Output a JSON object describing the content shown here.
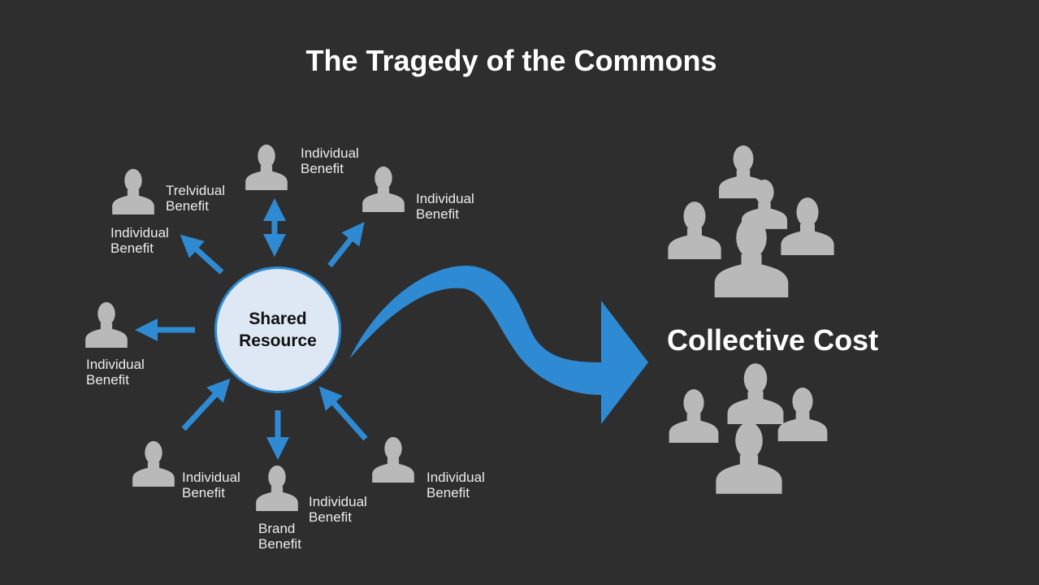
{
  "title": "The Tragedy of the Commons",
  "center": {
    "line1": "Shared",
    "line2": "Resource"
  },
  "labels": [
    {
      "l1": "Individual",
      "l2": "Benefit"
    },
    {
      "l1": "Trelvidual",
      "l2": "Benefit"
    },
    {
      "l1": "Individual",
      "l2": "Benefit"
    },
    {
      "l1": "Individual",
      "l2": "Benefit"
    },
    {
      "l1": "Individual",
      "l2": "Benefit"
    },
    {
      "l1": "Individual",
      "l2": "Benefit"
    },
    {
      "l1": "Individual",
      "l2": "Benefit"
    },
    {
      "l1": "Brand",
      "l2": "Benefit"
    },
    {
      "l1": "Individual",
      "l2": "Benefit"
    }
  ],
  "collective_cost": "Collective Cost",
  "colors": {
    "background": "#2e2e2e",
    "accent": "#2f8ad4",
    "person": "#b9b9b9",
    "circle": "#dde8f4"
  }
}
